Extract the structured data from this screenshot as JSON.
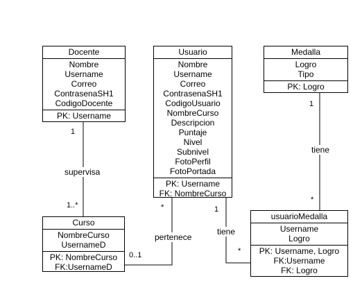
{
  "entities": {
    "docente": {
      "title": "Docente",
      "attributes": [
        "Nombre",
        "Username",
        "Correo",
        "ContrasenaSH1",
        "CodigoDocente"
      ],
      "keys": [
        "PK: Username"
      ]
    },
    "usuario": {
      "title": "Usuario",
      "attributes": [
        "Nombre",
        "Username",
        "Correo",
        "ContrasenaSH1",
        "CodigoUsuario",
        "NombreCurso",
        "Descripcion",
        "Puntaje",
        "Nivel",
        "Subnivel",
        "FotoPerfil",
        "FotoPortada"
      ],
      "keys": [
        "PK: Username",
        "FK: NombreCurso"
      ]
    },
    "medalla": {
      "title": "Medalla",
      "attributes": [
        "Logro",
        "Tipo"
      ],
      "keys": [
        "PK: Logro"
      ]
    },
    "curso": {
      "title": "Curso",
      "attributes": [
        "NombreCurso",
        "UsernameD"
      ],
      "keys": [
        "PK: NombreCurso",
        "FK:UsernameD"
      ]
    },
    "usuarioMedalla": {
      "title": "usuarioMedalla",
      "attributes": [
        "Username",
        "Logro"
      ],
      "keys": [
        "PK: Username, Logro",
        "FK:Username",
        "FK: Logro"
      ]
    }
  },
  "relationships": {
    "supervisa": {
      "label": "supervisa",
      "mult_docente": "1",
      "mult_curso": "1..*"
    },
    "pertenece": {
      "label": "pertenece",
      "mult_usuario": "*",
      "mult_curso": "0..1"
    },
    "tiene_usuario": {
      "label": "tiene",
      "mult_usuario": "1",
      "mult_usuarioMedalla": "*"
    },
    "tiene_medalla": {
      "label": "tiene",
      "mult_medalla": "1",
      "mult_usuarioMedalla": "*"
    }
  }
}
